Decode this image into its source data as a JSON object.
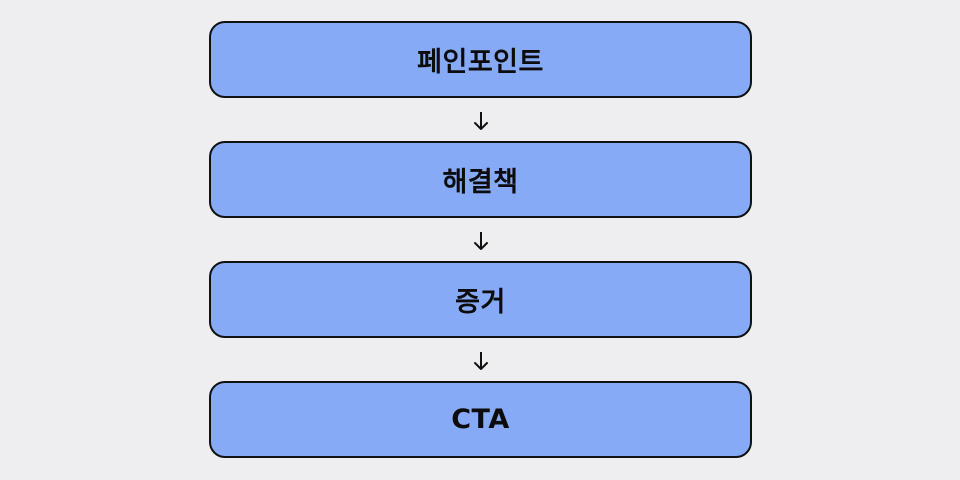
{
  "diagram": {
    "steps": [
      {
        "label": "페인포인트"
      },
      {
        "label": "해결책"
      },
      {
        "label": "증거"
      },
      {
        "label": "CTA"
      }
    ],
    "connector_icon": "arrow-down-icon"
  },
  "colors": {
    "background": "#eeeef0",
    "box_fill": "#86aaf6",
    "box_border": "#111111",
    "text": "#0c0c0c"
  }
}
